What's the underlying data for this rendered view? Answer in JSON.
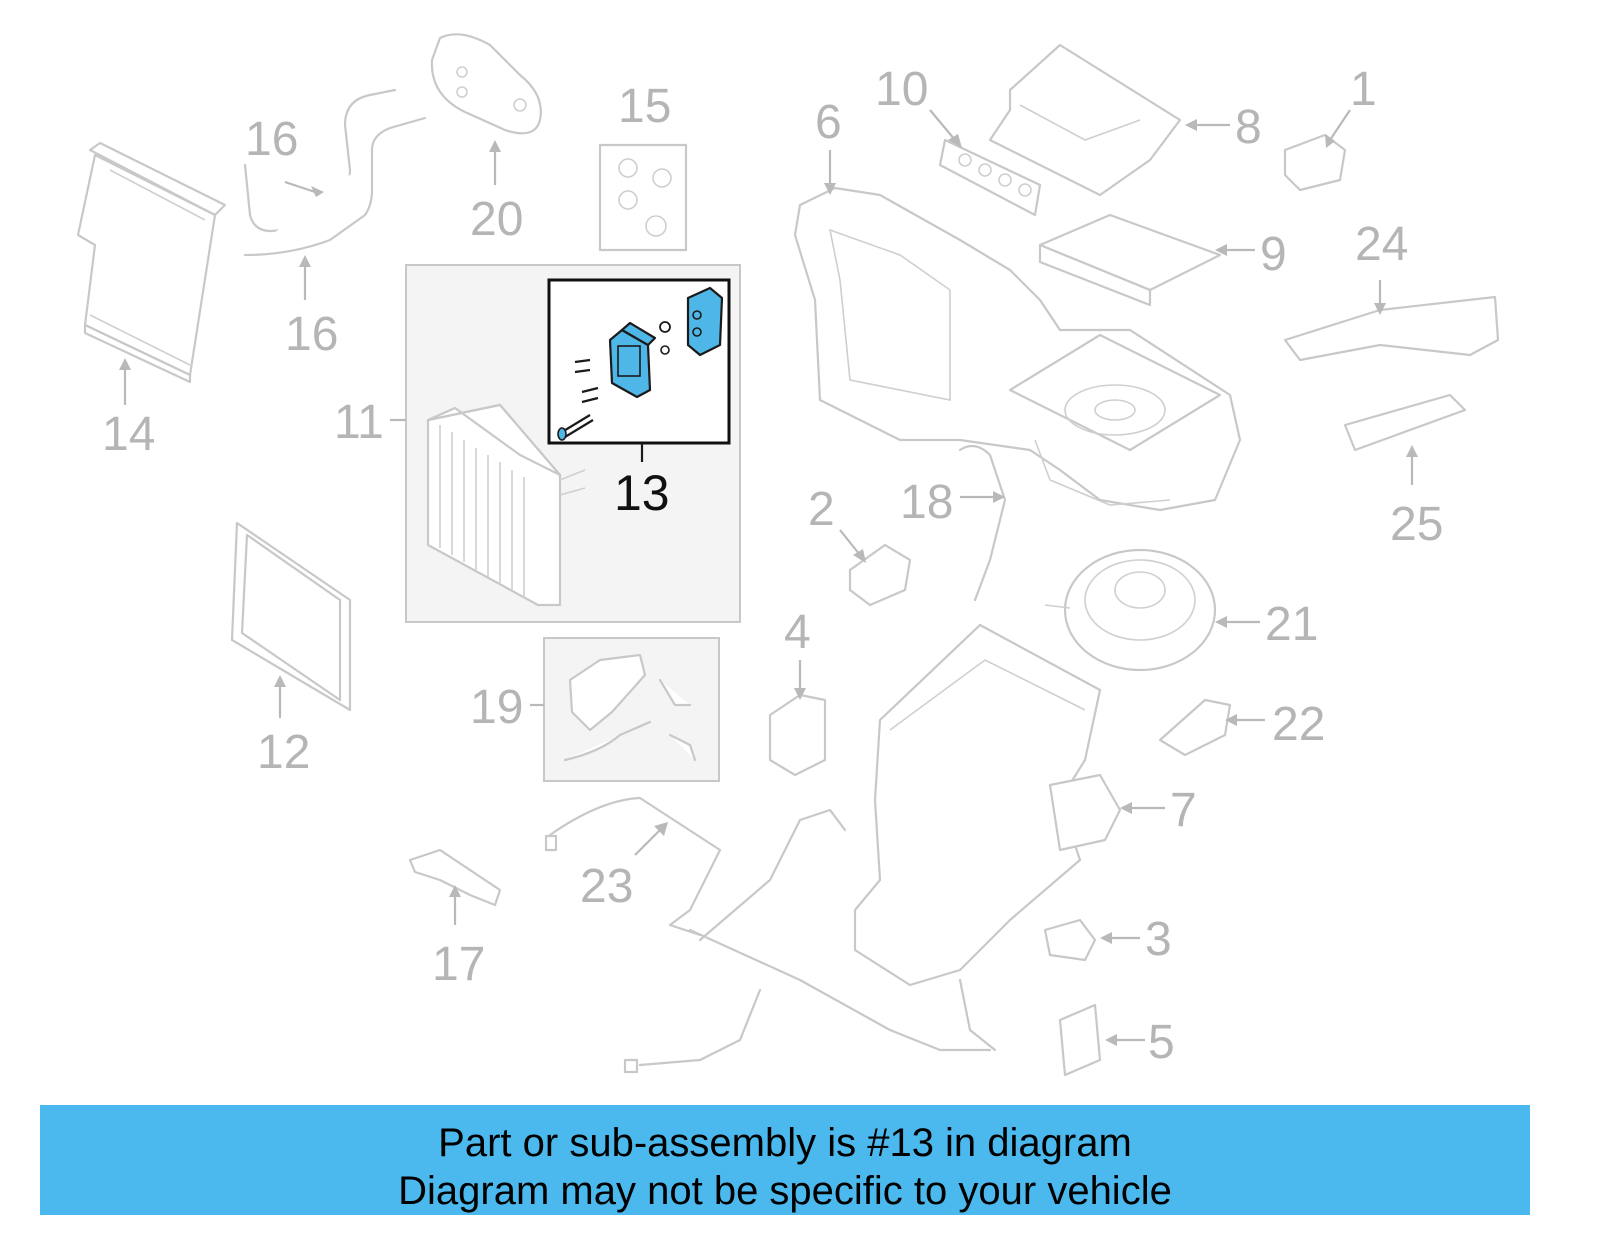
{
  "diagram": {
    "callouts": {
      "c1": "1",
      "c2": "2",
      "c3": "3",
      "c4": "4",
      "c5": "5",
      "c6": "6",
      "c7": "7",
      "c8": "8",
      "c9": "9",
      "c10": "10",
      "c11": "11",
      "c12": "12",
      "c13": "13",
      "c14": "14",
      "c15": "15",
      "c16a": "16",
      "c16b": "16",
      "c17": "17",
      "c18": "18",
      "c19": "19",
      "c20": "20",
      "c21": "21",
      "c22": "22",
      "c23": "23",
      "c24": "24",
      "c25": "25"
    },
    "highlight_color": "#4fb6e8",
    "part_line_color": "#c8c8c8"
  },
  "footer": {
    "line1": "Part or sub-assembly is #13 in diagram",
    "line2": "Diagram may not be specific to your vehicle",
    "background": "#4bb9ee"
  }
}
